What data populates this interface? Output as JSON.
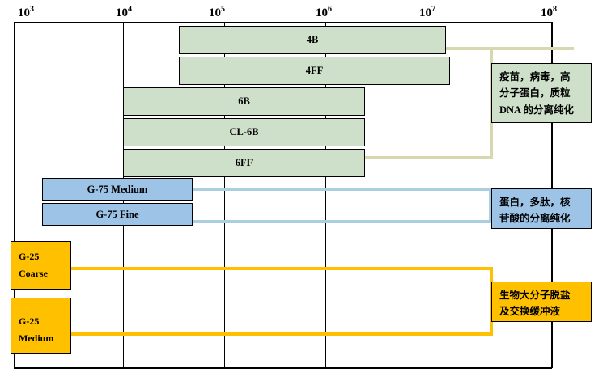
{
  "chart_data": {
    "type": "bar",
    "title": "",
    "xlabel": "",
    "ylabel": "",
    "scale": "log10",
    "grid": true,
    "xlim": [
      1000,
      100000000
    ],
    "axis_ticks": [
      {
        "label": "10",
        "exponent": "3",
        "value": 1000,
        "x": 17
      },
      {
        "label": "10",
        "exponent": "4",
        "value": 10000,
        "x": 152
      },
      {
        "label": "10",
        "exponent": "5",
        "value": 100000,
        "x": 277
      },
      {
        "label": "10",
        "exponent": "6",
        "value": 1000000,
        "x": 402
      },
      {
        "label": "10",
        "exponent": "7",
        "value": 10000000,
        "x": 532
      },
      {
        "label": "10",
        "exponent": "8",
        "value": 100000000,
        "x": 682
      }
    ],
    "series": [
      {
        "name": "4B",
        "group": "agarose",
        "color": "#cfe0ca",
        "x_start": 221,
        "x_end": 551,
        "range": [
          60000,
          20000000
        ]
      },
      {
        "name": "4FF",
        "group": "agarose",
        "color": "#cfe0ca",
        "x_start": 221,
        "x_end": 556,
        "range": [
          60000,
          20000000
        ]
      },
      {
        "name": "6B",
        "group": "agarose",
        "color": "#cfe0ca",
        "x_start": 152,
        "x_end": 451,
        "range": [
          10000,
          4000000
        ]
      },
      {
        "name": "CL-6B",
        "group": "agarose",
        "color": "#cfe0ca",
        "x_start": 152,
        "x_end": 451,
        "range": [
          10000,
          4000000
        ]
      },
      {
        "name": "6FF",
        "group": "agarose",
        "color": "#cfe0ca",
        "x_start": 152,
        "x_end": 451,
        "range": [
          10000,
          4000000
        ]
      },
      {
        "name": "G-75 Medium",
        "group": "dextran",
        "color": "#9dc3e6",
        "x_start": 52,
        "x_end": 238,
        "range": [
          3000,
          80000
        ]
      },
      {
        "name": "G-75 Fine",
        "group": "dextran",
        "color": "#9dc3e6",
        "x_start": 52,
        "x_end": 238,
        "range": [
          3000,
          80000
        ]
      },
      {
        "name": "G-25 Coarse",
        "group": "desalting",
        "color": "#FFC000",
        "x_start": 13,
        "x_end": 87,
        "range": [
          1000,
          5000
        ]
      },
      {
        "name": "G-25 Medium",
        "group": "desalting",
        "color": "#FFC000",
        "x_start": 13,
        "x_end": 87,
        "range": [
          1000,
          5000
        ]
      }
    ],
    "legend": [
      {
        "group": "agarose",
        "color": "#cfe0ca",
        "lines": [
          "疫苗，病毒，高",
          "分子蛋白，质粒",
          "DNA 的分离纯化"
        ]
      },
      {
        "group": "dextran",
        "color": "#9dc3e6",
        "lines": [
          "蛋白，多肽，核",
          "苷酸的分离纯化"
        ]
      },
      {
        "group": "desalting",
        "color": "#FFC000",
        "lines": [
          "生物大分子脱盐",
          "及交换缓冲液"
        ]
      }
    ]
  },
  "axis": {
    "ticks": [
      {
        "base": "10",
        "exp": "3"
      },
      {
        "base": "10",
        "exp": "4"
      },
      {
        "base": "10",
        "exp": "5"
      },
      {
        "base": "10",
        "exp": "6"
      },
      {
        "base": "10",
        "exp": "7"
      },
      {
        "base": "10",
        "exp": "8"
      }
    ]
  },
  "bars": {
    "green": [
      {
        "label": "4B"
      },
      {
        "label": "4FF"
      },
      {
        "label": "6B"
      },
      {
        "label": "CL-6B"
      },
      {
        "label": "6FF"
      }
    ],
    "blue": [
      {
        "label": "G-75 Medium"
      },
      {
        "label": "G-75 Fine"
      }
    ],
    "yellow": [
      {
        "line1": "G-25",
        "line2": "Coarse"
      },
      {
        "line1": "G-25",
        "line2": "Medium"
      }
    ]
  },
  "callouts": {
    "green": {
      "l1": "疫苗，病毒，高",
      "l2": "分子蛋白，质粒",
      "l3": "DNA 的分离纯化"
    },
    "blue": {
      "l1": "蛋白，多肽，核",
      "l2": "苷酸的分离纯化"
    },
    "yellow": {
      "l1": "生物大分子脱盐",
      "l2": "及交换缓冲液"
    }
  },
  "colors": {
    "green_fill": "#cfe0ca",
    "blue_fill": "#9dc3e6",
    "yellow_fill": "#FFC000",
    "green_connector": "#d7d7b0",
    "blue_connector": "#a9cfe0",
    "yellow_connector": "#FFC000",
    "axis": "#000000",
    "background": "#ffffff"
  }
}
